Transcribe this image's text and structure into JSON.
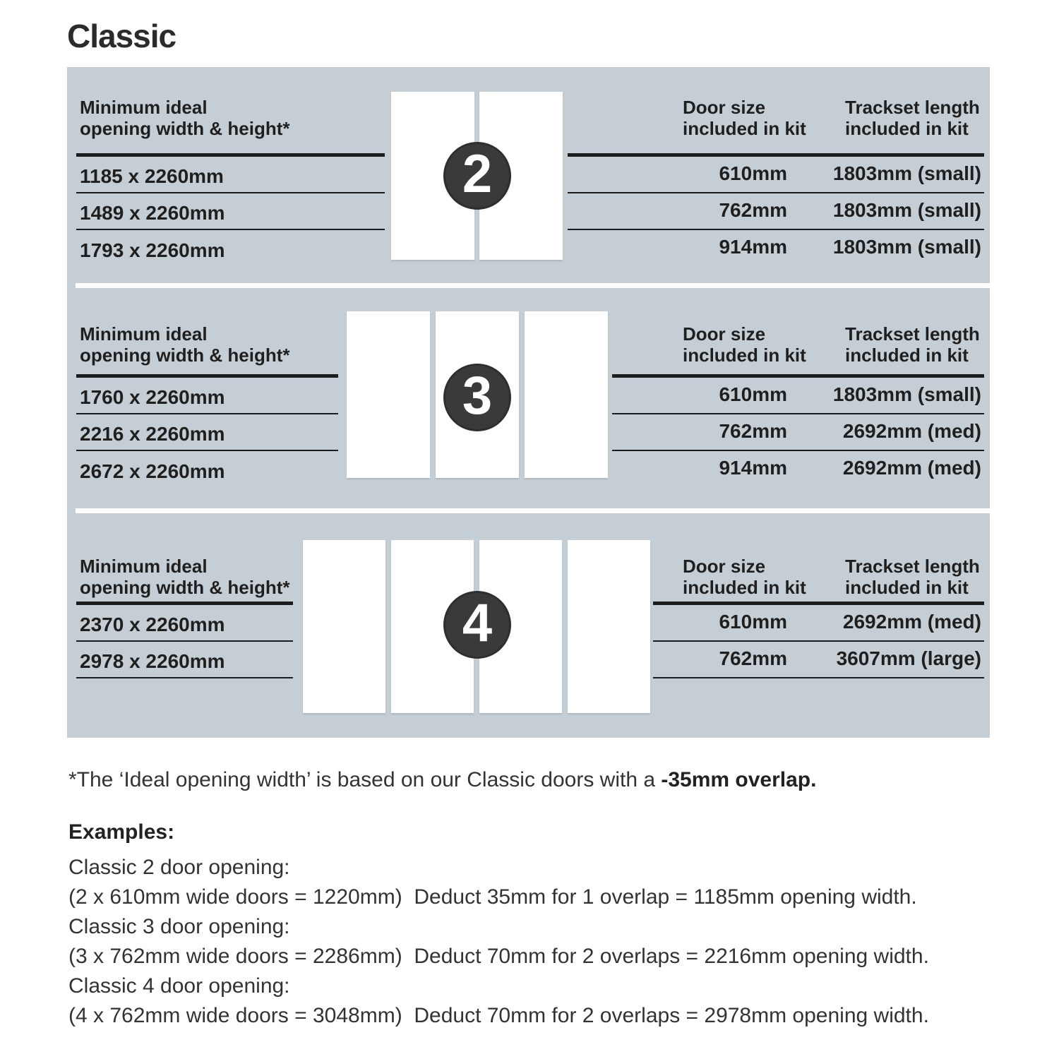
{
  "title": "Classic",
  "colors": {
    "panel_bg": "#c6ced5",
    "badge_bg": "#3a3a3a",
    "door_fill": "#ffffff",
    "rule": "#1c1c1c",
    "text": "#2b2b2b"
  },
  "sections": [
    {
      "badge": "2",
      "opening_header": [
        "Minimum ideal",
        "opening width & height*"
      ],
      "door_size_header": [
        "Door size",
        "included in kit"
      ],
      "trackset_header": [
        "Trackset length",
        "included in kit"
      ],
      "rows": [
        {
          "opening": "1185 x 2260mm",
          "door_size": "610mm",
          "trackset": "1803mm (small)"
        },
        {
          "opening": "1489 x 2260mm",
          "door_size": "762mm",
          "trackset": "1803mm (small)"
        },
        {
          "opening": "1793 x 2260mm",
          "door_size": "914mm",
          "trackset": "1803mm (small)"
        }
      ]
    },
    {
      "badge": "3",
      "opening_header": [
        "Minimum ideal",
        "opening width & height*"
      ],
      "door_size_header": [
        "Door size",
        "included in kit"
      ],
      "trackset_header": [
        "Trackset length",
        "included in kit"
      ],
      "rows": [
        {
          "opening": "1760 x 2260mm",
          "door_size": "610mm",
          "trackset": "1803mm (small)"
        },
        {
          "opening": "2216 x 2260mm",
          "door_size": "762mm",
          "trackset": "2692mm (med)"
        },
        {
          "opening": "2672 x 2260mm",
          "door_size": "914mm",
          "trackset": "2692mm (med)"
        }
      ]
    },
    {
      "badge": "4",
      "opening_header": [
        "Minimum ideal",
        "opening width & height*"
      ],
      "door_size_header": [
        "Door size",
        "included in kit"
      ],
      "trackset_header": [
        "Trackset length",
        "included in kit"
      ],
      "rows": [
        {
          "opening": "2370 x 2260mm",
          "door_size": "610mm",
          "trackset": "2692mm (med)"
        },
        {
          "opening": "2978 x 2260mm",
          "door_size": "762mm",
          "trackset": "3607mm (large)"
        }
      ]
    }
  ],
  "footnote": {
    "prefix": "*The ‘Ideal opening width’ is based on our Classic doors with a ",
    "bold": "-35mm overlap."
  },
  "examples": {
    "heading": "Examples:",
    "items": [
      {
        "label": "Classic 2 door opening:",
        "detail": "(2 x 610mm wide doors = 1220mm)  Deduct 35mm for 1 overlap = 1185mm opening width."
      },
      {
        "label": "Classic 3 door opening:",
        "detail": "(3 x 762mm wide doors = 2286mm)  Deduct 70mm for 2 overlaps = 2216mm opening width."
      },
      {
        "label": "Classic 4 door opening:",
        "detail": "(4 x 762mm wide doors = 3048mm)  Deduct 70mm for 2 overlaps = 2978mm opening width."
      }
    ]
  }
}
